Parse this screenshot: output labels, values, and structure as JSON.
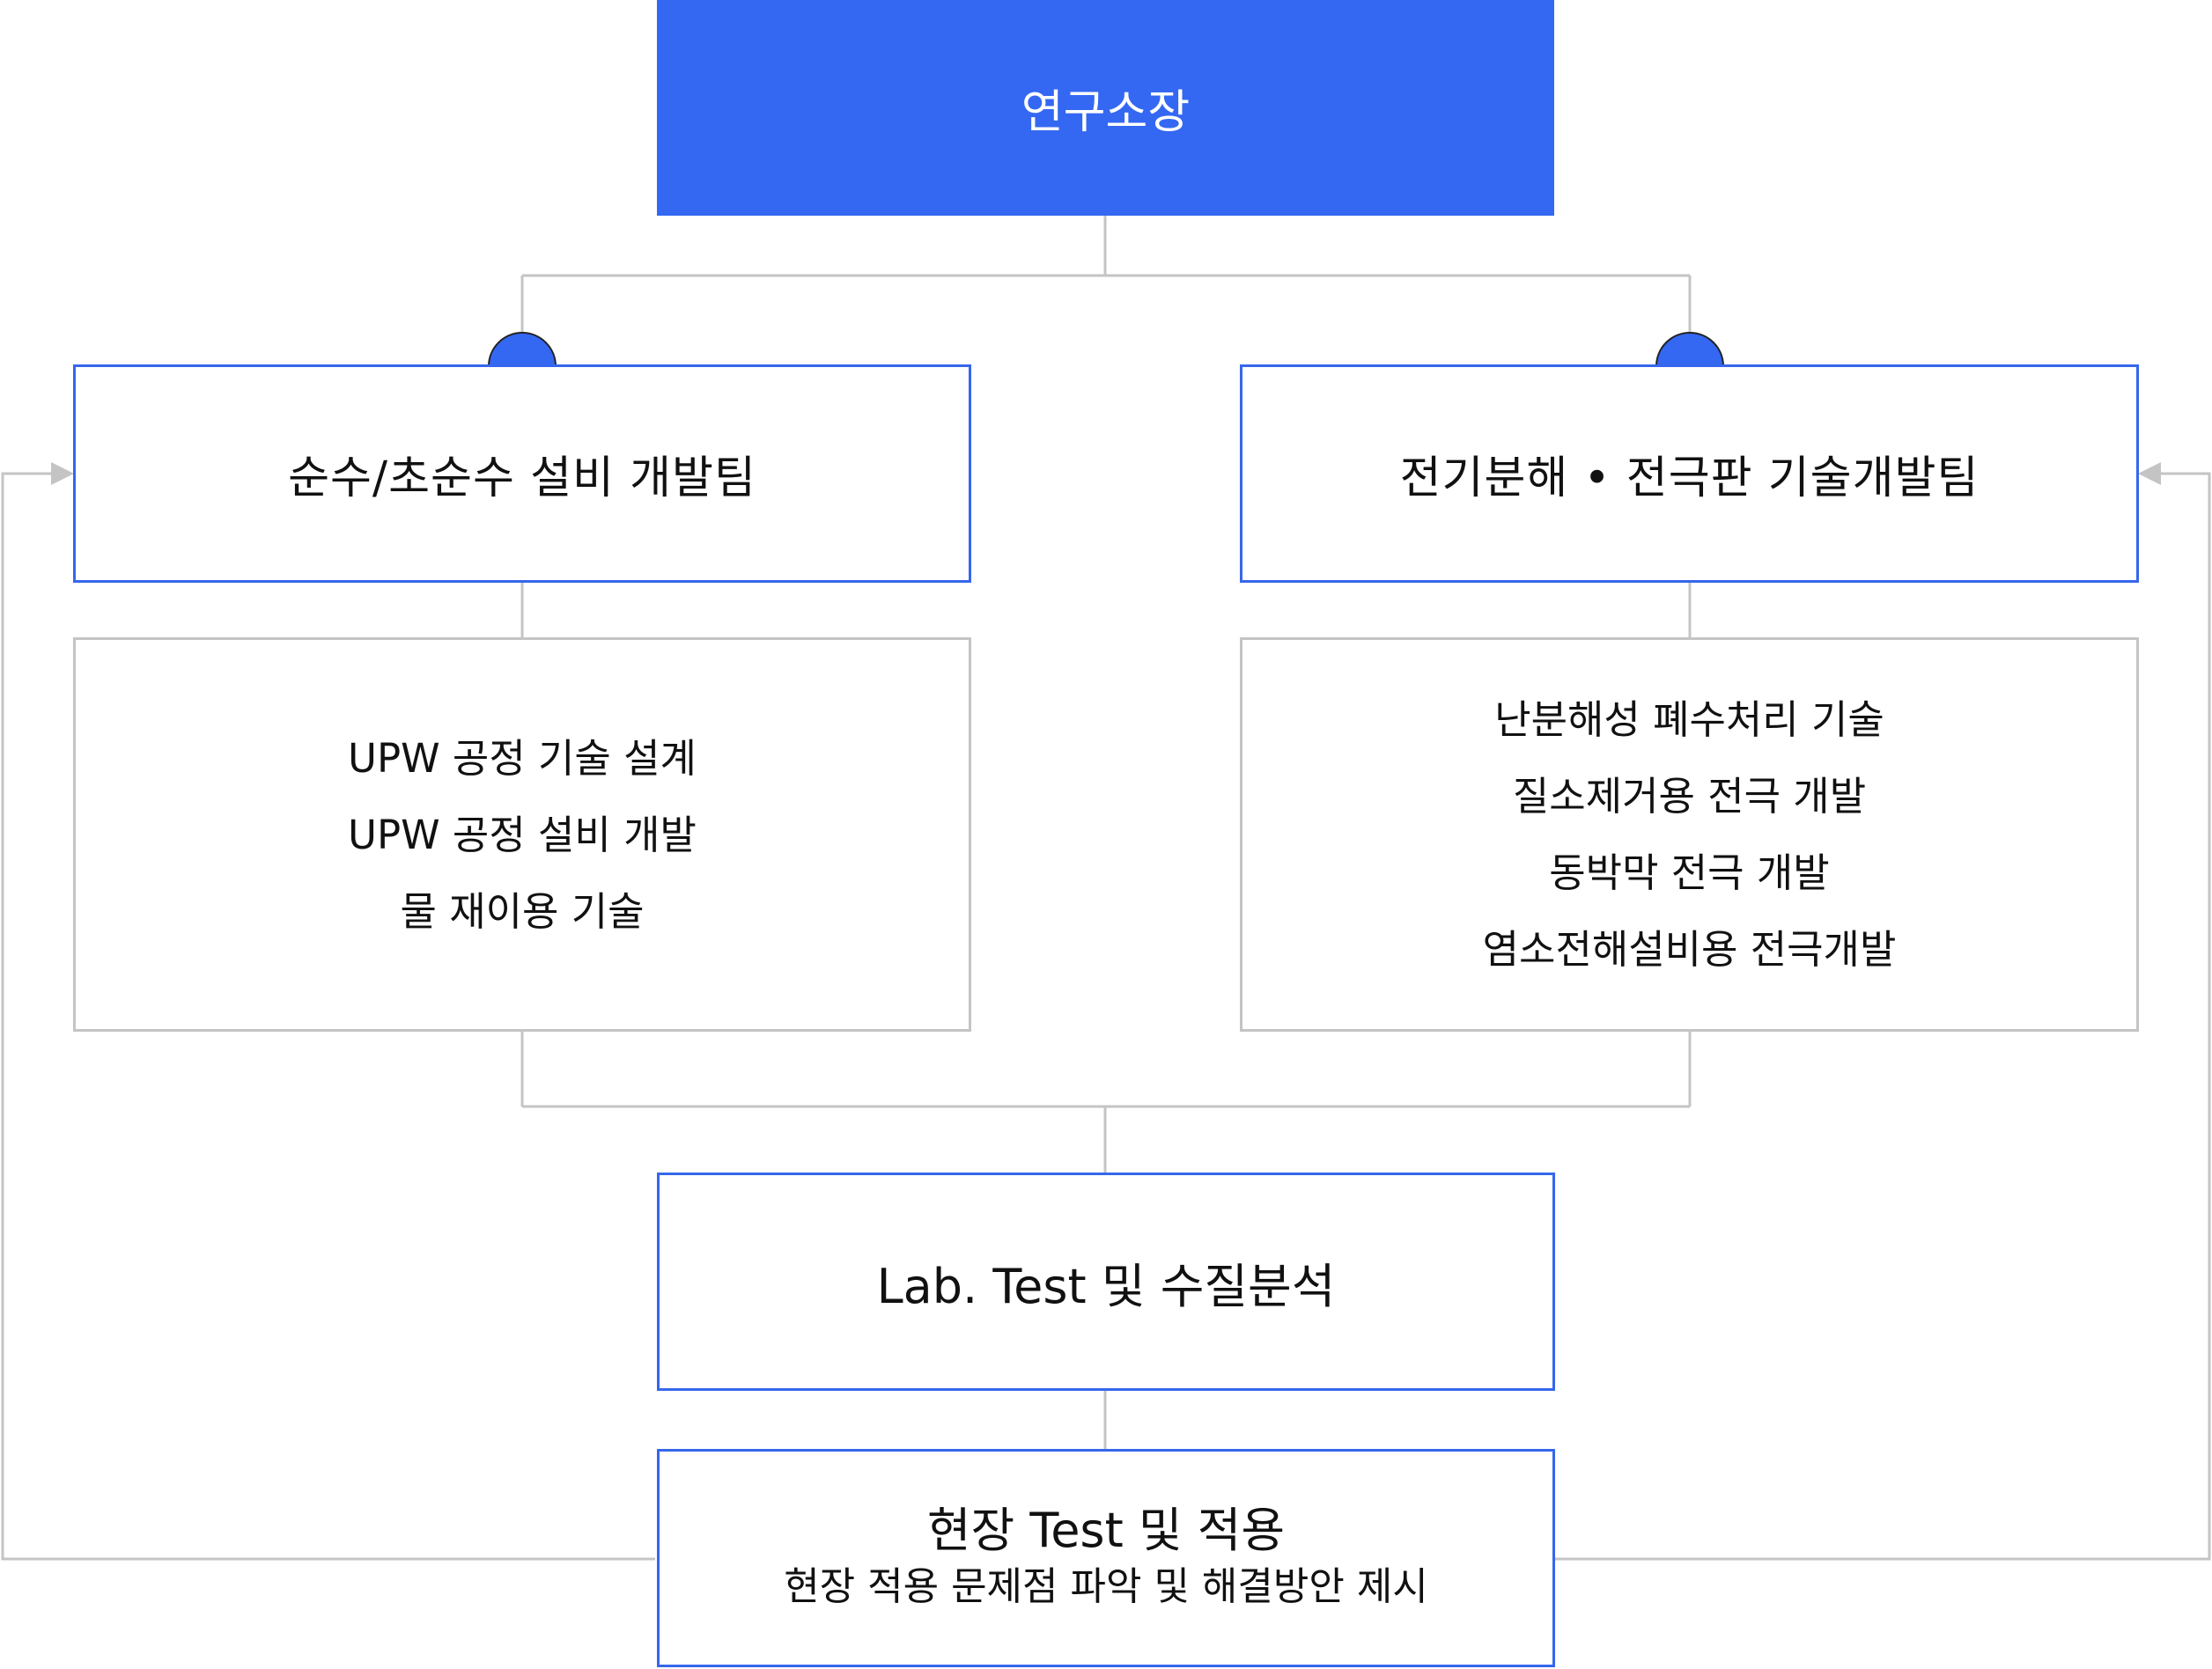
{
  "root": {
    "label": "연구소장"
  },
  "teams": [
    {
      "label": "순수/초순수 설비 개발팀",
      "tasks": [
        "UPW 공정 기술 설계",
        "UPW 공정 설비 개발",
        "물 재이용 기술"
      ]
    },
    {
      "label": "전기분해 • 전극판 기술개발팀",
      "tasks": [
        "난분해성 폐수처리 기술",
        "질소제거용 전극 개발",
        "동박막 전극 개발",
        "염소전해설비용 전극개발"
      ]
    }
  ],
  "lab": {
    "label": "Lab. Test 및 수질분석"
  },
  "field": {
    "title": "현장 Test 및 적용",
    "subtitle": "현장 적용 문제점 파악 및 해결방안 제시"
  },
  "colors": {
    "accent": "#3468f2",
    "border_blue": "#3667ec",
    "line_gray": "#c4c4c4",
    "text": "#111111"
  }
}
